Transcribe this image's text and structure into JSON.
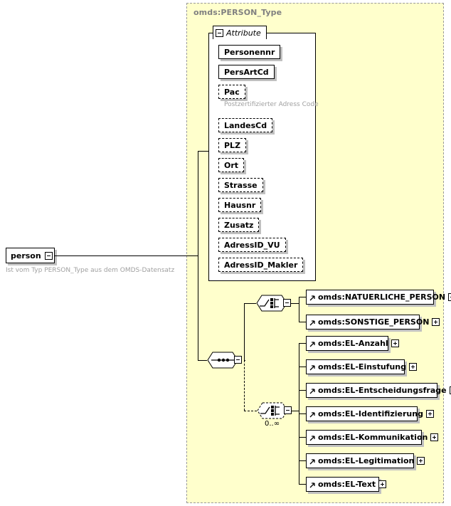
{
  "type_frame": {
    "title": "omds:PERSON_Type"
  },
  "attribute_section": {
    "tab_label": "Attribute",
    "tab_toggle_icon": "minus-box-icon",
    "attributes": [
      {
        "name": "Personennr",
        "required": true,
        "annotation": ""
      },
      {
        "name": "PersArtCd",
        "required": true,
        "annotation": ""
      },
      {
        "name": "Pac",
        "required": false,
        "annotation": "Postzertifizierter Adress Code"
      },
      {
        "name": "LandesCd",
        "required": false,
        "annotation": ""
      },
      {
        "name": "PLZ",
        "required": false,
        "annotation": ""
      },
      {
        "name": "Ort",
        "required": false,
        "annotation": ""
      },
      {
        "name": "Strasse",
        "required": false,
        "annotation": ""
      },
      {
        "name": "Hausnr",
        "required": false,
        "annotation": ""
      },
      {
        "name": "Zusatz",
        "required": false,
        "annotation": ""
      },
      {
        "name": "AdressID_VU",
        "required": false,
        "annotation": ""
      },
      {
        "name": "AdressID_Makler",
        "required": false,
        "annotation": ""
      }
    ]
  },
  "root_element": {
    "name": "person",
    "toggle_icon": "minus-box-icon",
    "annotation": "Ist vom Typ PERSON_Type aus dem OMDS-Datensatz"
  },
  "compositors": {
    "sequence": {
      "icon": "sequence-icon",
      "toggle_icon": "minus-box-icon",
      "required": true,
      "cardinality": ""
    },
    "choice_person": {
      "icon": "choice-icon",
      "toggle_icon": "minus-box-icon",
      "required": true,
      "cardinality": ""
    },
    "choice_el": {
      "icon": "choice-icon",
      "toggle_icon": "minus-box-icon",
      "required": false,
      "cardinality": "0..∞"
    }
  },
  "person_choice_elements": [
    {
      "name": "omds:NATUERLICHE_PERSON",
      "width": 180,
      "toggle_icon": "plus-box-icon",
      "ref_icon": "element-ref-arrow-icon"
    },
    {
      "name": "omds:SONSTIGE_PERSON",
      "width": 160,
      "toggle_icon": "plus-box-icon",
      "ref_icon": "element-ref-arrow-icon"
    }
  ],
  "el_choice_elements": [
    {
      "name": "omds:EL-Anzahl",
      "width": 116,
      "toggle_icon": "plus-box-icon",
      "ref_icon": "element-ref-arrow-icon"
    },
    {
      "name": "omds:EL-Einstufung",
      "width": 139,
      "toggle_icon": "plus-box-icon",
      "ref_icon": "element-ref-arrow-icon"
    },
    {
      "name": "omds:EL-Entscheidungsfrage",
      "width": 185,
      "toggle_icon": "plus-box-icon",
      "ref_icon": "element-ref-arrow-icon"
    },
    {
      "name": "omds:EL-Identifizierung",
      "width": 157,
      "toggle_icon": "plus-box-icon",
      "ref_icon": "element-ref-arrow-icon"
    },
    {
      "name": "omds:EL-Kommunikation",
      "width": 163,
      "toggle_icon": "plus-box-icon",
      "ref_icon": "element-ref-arrow-icon"
    },
    {
      "name": "omds:EL-Legitimation",
      "width": 152,
      "toggle_icon": "plus-box-icon",
      "ref_icon": "element-ref-arrow-icon"
    },
    {
      "name": "omds:EL-Text",
      "width": 103,
      "toggle_icon": "plus-box-icon",
      "ref_icon": "element-ref-arrow-icon"
    }
  ],
  "colors": {
    "frame_fill": "#ffffcc",
    "frame_border": "#9a9a9a",
    "box_fill": "#ffffff",
    "box_border": "#000000",
    "shadow": "#c0c0c0",
    "annotation_text": "#a0a0a0",
    "title_text": "#808080"
  }
}
